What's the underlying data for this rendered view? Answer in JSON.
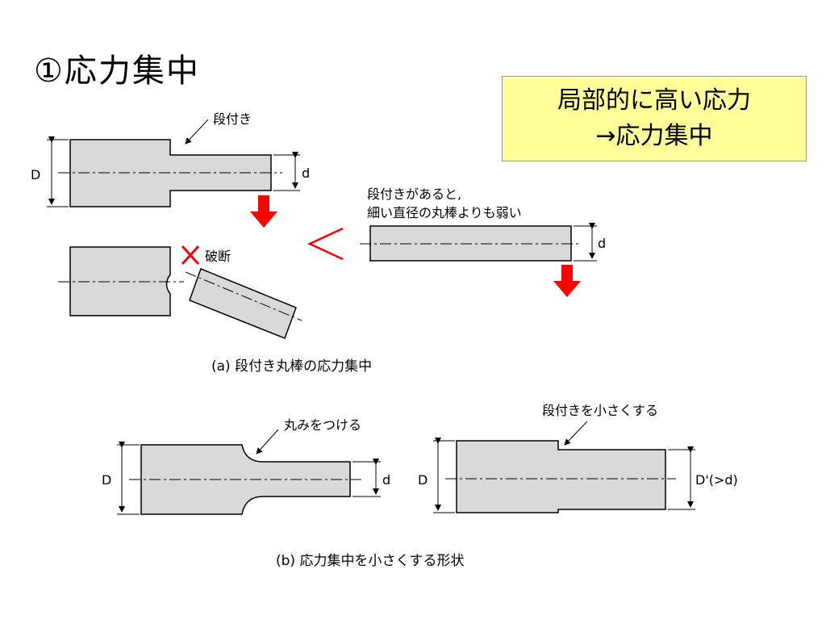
{
  "title": "①応力集中",
  "callout": {
    "line1": "局部的に高い応力",
    "line2": "→応力集中"
  },
  "fig_a": {
    "step_label": "段付き",
    "dim_D": "D",
    "dim_d": "d",
    "fracture_label": "破断",
    "compare_symbol": "<",
    "note_line1": "段付きがあると,",
    "note_line2": "細い直径の丸棒よりも弱い",
    "plain_bar_dim_d": "d",
    "caption": "(a) 段付き丸棒の応力集中"
  },
  "fig_b": {
    "fillet_label": "丸みをつける",
    "fillet_dim_D": "D",
    "fillet_dim_d": "d",
    "small_step_label": "段付きを小さくする",
    "small_step_dim_D": "D",
    "small_step_dim_D2": "D'(>d)",
    "caption": "(b) 応力集中を小さくする形状"
  },
  "colors": {
    "part_fill": "#d9d9d9",
    "outline": "#000000",
    "arrow_red": "#ff0000",
    "callout_bg": "#ffff99"
  }
}
